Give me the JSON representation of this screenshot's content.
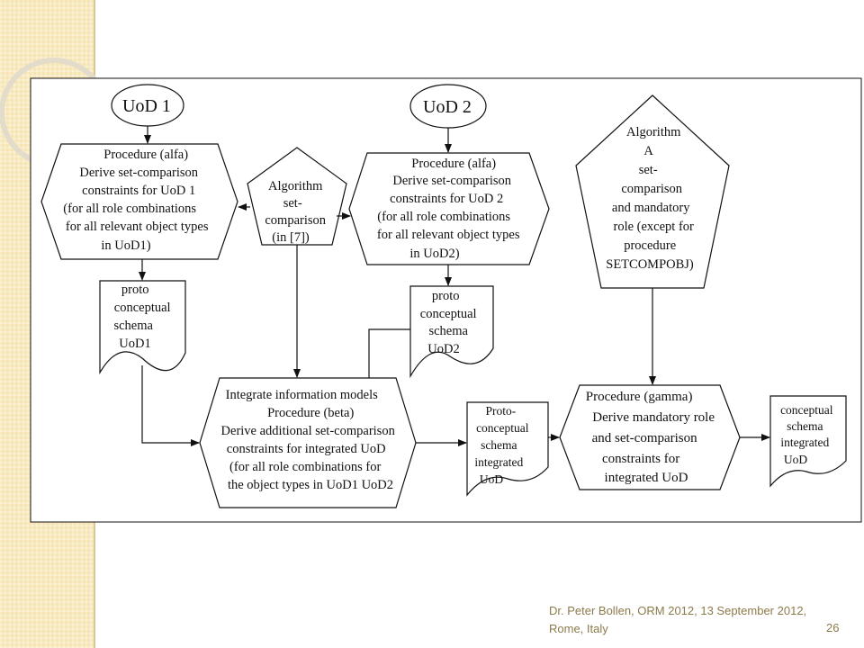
{
  "nodes": {
    "uod1": [
      "UoD 1"
    ],
    "uod2": [
      "UoD 2"
    ],
    "proc_alfa_1": [
      "Procedure (alfa)",
      "Derive set-comparison",
      "constraints for UoD 1",
      "(for all role combinations",
      "for all relevant object types",
      "in UoD1)"
    ],
    "algorithm_set_comparison": [
      "Algorithm",
      "set-",
      "comparison",
      "(in [7])"
    ],
    "proc_alfa_2": [
      "Procedure (alfa)",
      "Derive set-comparison",
      "constraints for UoD 2",
      "(for all role combinations",
      "for all relevant object types",
      "in UoD2)"
    ],
    "algorithm_a": [
      "Algorithm",
      "A",
      "set-",
      "comparison",
      "and mandatory",
      "role (except for",
      "procedure",
      "SETCOMPOBJ)"
    ],
    "proto_schema_uod1": [
      "proto",
      "conceptual",
      "schema",
      "UoD1"
    ],
    "proto_schema_uod2": [
      "proto",
      "conceptual",
      "schema",
      "UoD2"
    ],
    "proc_beta": [
      "Integrate information models",
      "Procedure (beta)",
      "Derive additional set-comparison",
      "constraints for integrated UoD",
      "(for all role combinations for",
      "the object types in UoD1 UoD2"
    ],
    "proto_schema_integrated": [
      "Proto-",
      "conceptual",
      "schema",
      "integrated",
      "UoD"
    ],
    "proc_gamma": [
      "Procedure (gamma)",
      "Derive mandatory role",
      "and set-comparison",
      "constraints for",
      "integrated UoD"
    ],
    "conceptual_schema_integrated": [
      "conceptual",
      "schema",
      "integrated",
      "UoD"
    ]
  },
  "footer": {
    "text": "Dr. Peter Bollen, ORM 2012, 13 September 2012,  Rome, Italy",
    "slide_number": "26"
  }
}
